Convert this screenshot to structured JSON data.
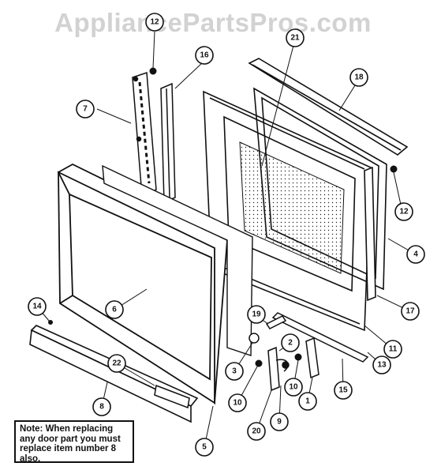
{
  "watermark": "AppliancePartsPros.com",
  "note": "Note: When replacing any door part you must replace item number 8 also.",
  "callouts": [
    {
      "id": "c1",
      "label": "1"
    },
    {
      "id": "c2",
      "label": "2"
    },
    {
      "id": "c3",
      "label": "3"
    },
    {
      "id": "c4",
      "label": "4"
    },
    {
      "id": "c5",
      "label": "5"
    },
    {
      "id": "c6",
      "label": "6"
    },
    {
      "id": "c7",
      "label": "7"
    },
    {
      "id": "c8",
      "label": "8"
    },
    {
      "id": "c9",
      "label": "9"
    },
    {
      "id": "c10a",
      "label": "10"
    },
    {
      "id": "c10b",
      "label": "10"
    },
    {
      "id": "c11",
      "label": "11"
    },
    {
      "id": "c12a",
      "label": "12"
    },
    {
      "id": "c12b",
      "label": "12"
    },
    {
      "id": "c13",
      "label": "13"
    },
    {
      "id": "c14",
      "label": "14"
    },
    {
      "id": "c15",
      "label": "15"
    },
    {
      "id": "c16",
      "label": "16"
    },
    {
      "id": "c17",
      "label": "17"
    },
    {
      "id": "c18",
      "label": "18"
    },
    {
      "id": "c19",
      "label": "19"
    },
    {
      "id": "c20",
      "label": "20"
    },
    {
      "id": "c21",
      "label": "21"
    },
    {
      "id": "c22",
      "label": "22"
    }
  ]
}
